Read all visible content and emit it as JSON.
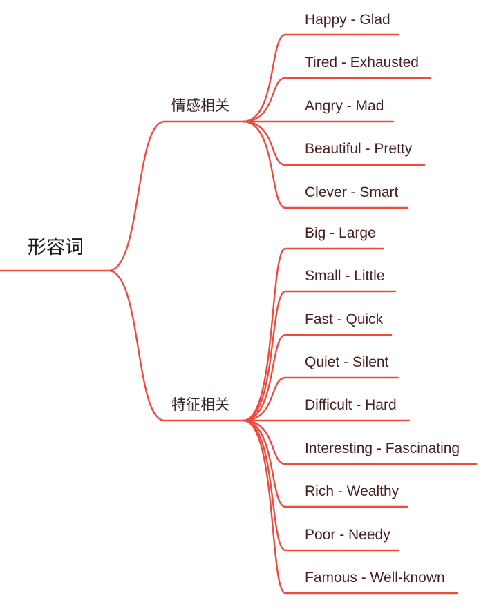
{
  "mindmap": {
    "root": {
      "label": "形容词"
    },
    "categories": [
      {
        "label": "情感相关",
        "items": [
          "Happy - Glad",
          "Tired - Exhausted",
          "Angry - Mad",
          "Beautiful - Pretty",
          "Clever - Smart"
        ]
      },
      {
        "label": "特征相关",
        "items": [
          "Big - Large",
          "Small - Little",
          "Fast - Quick",
          "Quiet - Silent",
          "Difficult - Hard",
          "Interesting - Fascinating",
          "Rich - Wealthy",
          "Poor - Needy",
          "Famous - Well-known"
        ]
      }
    ],
    "colors": {
      "branch": "#ee4b3e",
      "root_text": "#1a1a1a",
      "category_text": "#3a2424",
      "leaf_text": "#4a1e1e"
    }
  }
}
